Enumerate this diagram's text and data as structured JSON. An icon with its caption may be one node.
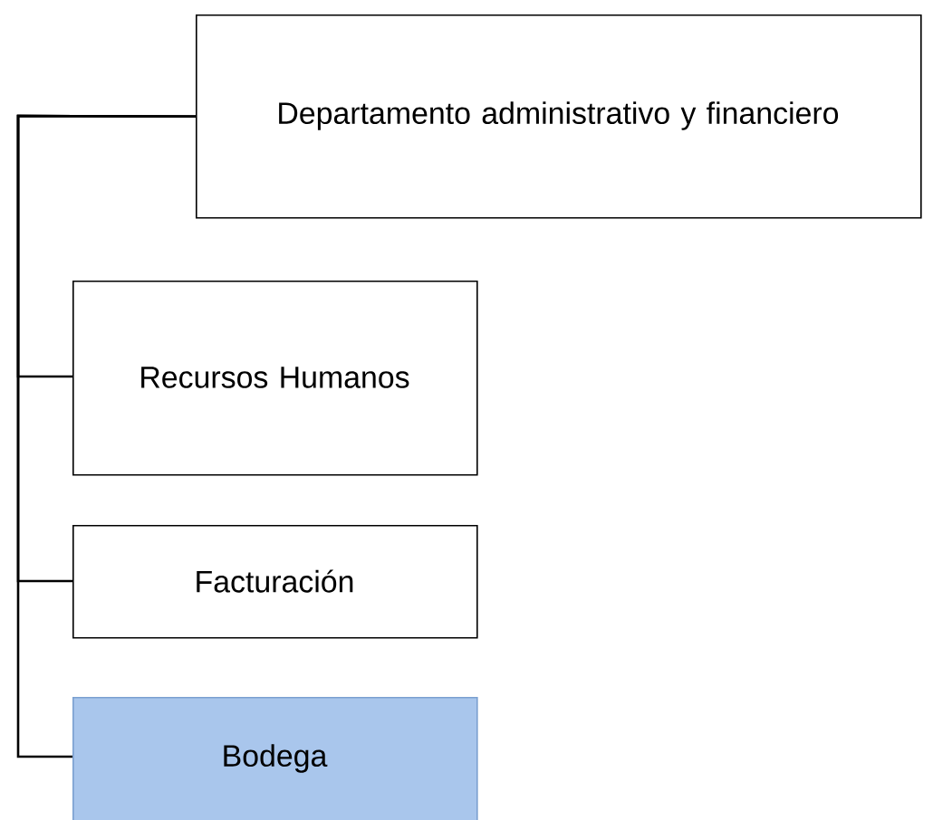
{
  "diagram": {
    "nodes": [
      {
        "text": [
          "Departamento administrativo y financiero"
        ]
      },
      {
        "text": [
          "Recursos Humanos"
        ]
      },
      {
        "text": [
          "Facturación"
        ]
      },
      {
        "text": [
          "Bodega"
        ]
      }
    ],
    "edges": [
      {
        "from": 0,
        "to": 1,
        "arrow": "none"
      },
      {
        "from": 0,
        "to": 2,
        "arrow": "none"
      },
      {
        "from": 0,
        "to": 3,
        "arrow": "none"
      }
    ]
  }
}
